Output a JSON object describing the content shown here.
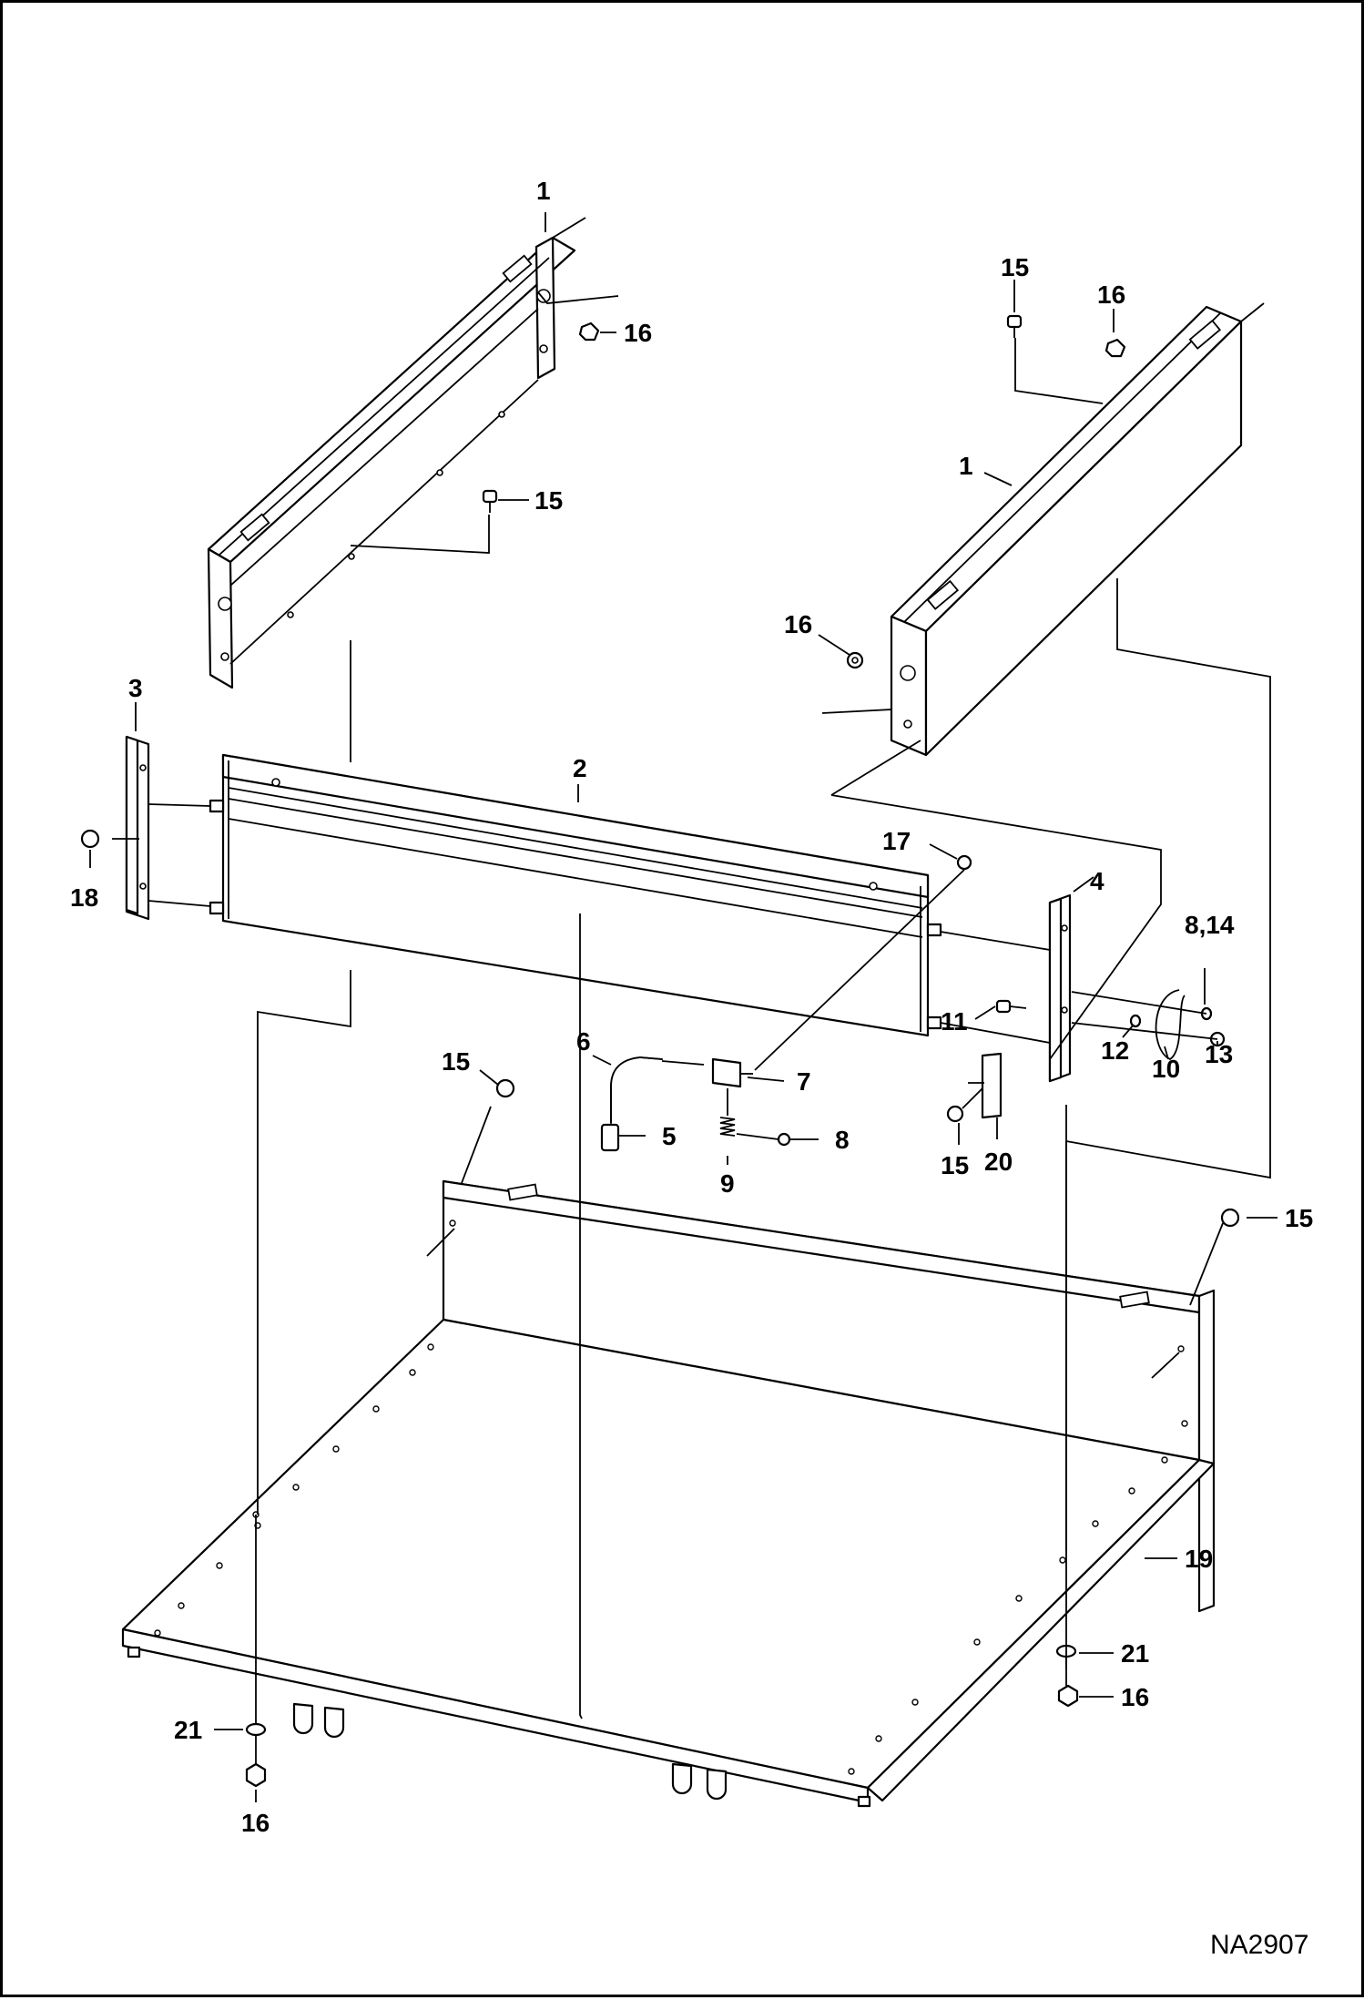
{
  "drawing": {
    "number": "NA2907"
  },
  "callouts": {
    "c1_left": "1",
    "c1_right": "1",
    "c2": "2",
    "c3": "3",
    "c4": "4",
    "c5": "5",
    "c6": "6",
    "c7": "7",
    "c8": "8",
    "c8_14": "8,14",
    "c9": "9",
    "c10": "10",
    "c11": "11",
    "c12": "12",
    "c13": "13",
    "c15_top_right": "15",
    "c15_top_left": "15",
    "c15_mid": "15",
    "c15_handle": "15",
    "c15_right": "15",
    "c16_top_left": "16",
    "c16_top_right": "16",
    "c16_mid": "16",
    "c16_bottom_left": "16",
    "c16_bottom_right": "16",
    "c17": "17",
    "c18": "18",
    "c19": "19",
    "c20": "20",
    "c21_left": "21",
    "c21_right": "21"
  }
}
